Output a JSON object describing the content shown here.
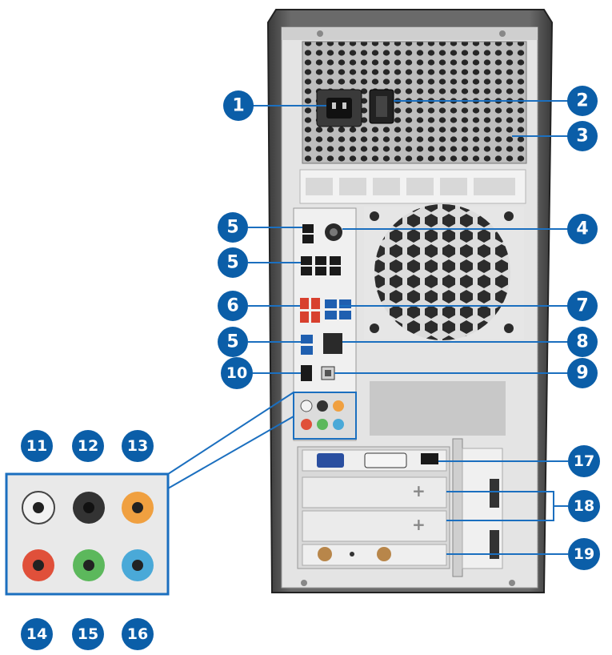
{
  "colors": {
    "callout": "#0b5ea8",
    "callout_text": "#ffffff",
    "leader": "#1b6fbf",
    "case": "#5a5a5a",
    "case_dark": "#2f2f2f",
    "panel": "#e9e9e9",
    "jack_white": "#f2f2f2",
    "jack_black": "#333333",
    "jack_orange": "#f0a040",
    "jack_red": "#e0503a",
    "jack_green": "#5cb85c",
    "jack_blue": "#4aa9d8",
    "usb3": "#1f5fb0",
    "usb_red": "#d8402e"
  },
  "callouts": [
    {
      "id": "c1",
      "label": "1"
    },
    {
      "id": "c2",
      "label": "2"
    },
    {
      "id": "c3",
      "label": "3"
    },
    {
      "id": "c4",
      "label": "4"
    },
    {
      "id": "c5a",
      "label": "5"
    },
    {
      "id": "c5b",
      "label": "5"
    },
    {
      "id": "c5c",
      "label": "5"
    },
    {
      "id": "c6",
      "label": "6"
    },
    {
      "id": "c7",
      "label": "7"
    },
    {
      "id": "c8",
      "label": "8"
    },
    {
      "id": "c9",
      "label": "9"
    },
    {
      "id": "c10",
      "label": "10"
    },
    {
      "id": "c11",
      "label": "11"
    },
    {
      "id": "c12",
      "label": "12"
    },
    {
      "id": "c13",
      "label": "13"
    },
    {
      "id": "c14",
      "label": "14"
    },
    {
      "id": "c15",
      "label": "15"
    },
    {
      "id": "c16",
      "label": "16"
    },
    {
      "id": "c17",
      "label": "17"
    },
    {
      "id": "c18",
      "label": "18"
    },
    {
      "id": "c19",
      "label": "19"
    }
  ],
  "icons": {
    "power_connector": "power-socket-icon",
    "power_switch": "power-switch-icon",
    "fan": "fan-grille-icon",
    "usb": "usb-port-icon"
  }
}
